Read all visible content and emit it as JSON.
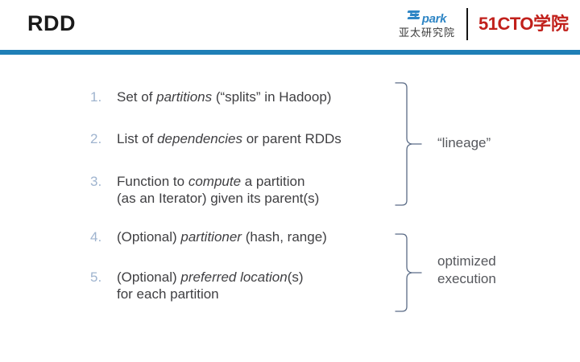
{
  "slide": {
    "title": "RDD",
    "accent_color": "#1f7fb6",
    "number_color": "#9fb4cf",
    "text_color": "#3f3f42",
    "brace_color": "#5a6b86"
  },
  "logos": {
    "spark": {
      "mark": "spark-speed-lines-icon",
      "wordmark_lead": "S",
      "wordmark_rest": "park",
      "subtitle": "亚太研究院",
      "color": "#2f86c5"
    },
    "divider": "logo-divider",
    "cto": {
      "latin": "51CTO",
      "chinese": "学院",
      "color": "#c1201b"
    }
  },
  "list": {
    "items": [
      {
        "number": "1.",
        "line1_pre": "Set of ",
        "line1_em": "partitions",
        "line1_post": " (“splits” in Hadoop)",
        "line2": ""
      },
      {
        "number": "2.",
        "line1_pre": "List of ",
        "line1_em": "dependencies",
        "line1_post": " or  parent RDDs",
        "line2": ""
      },
      {
        "number": "3.",
        "line1_pre": "Function to ",
        "line1_em": "compute",
        "line1_post": " a partition",
        "line2": "(as an Iterator) given its parent(s)"
      },
      {
        "number": "4.",
        "line1_pre": "(Optional) ",
        "line1_em": "partitioner",
        "line1_post": " (hash, range)",
        "line2": ""
      },
      {
        "number": "5.",
        "line1_pre": "(Optional) ",
        "line1_em": "preferred location",
        "line1_post": "(s)",
        "line2": "for each partition"
      }
    ]
  },
  "annotations": {
    "lineage": "“lineage”",
    "optimized": "optimized\nexecution"
  }
}
